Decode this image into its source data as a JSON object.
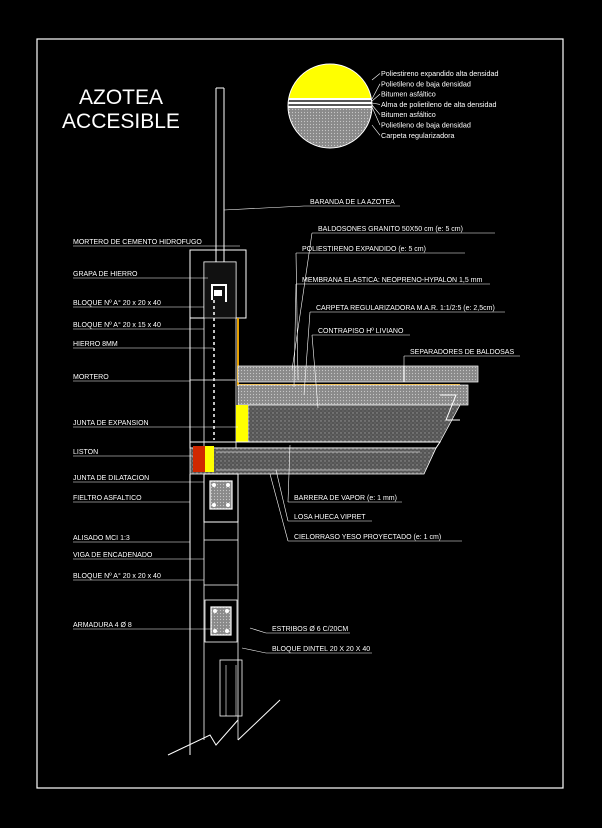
{
  "title": {
    "line1": "AZOTEA",
    "line2": "ACCESIBLE"
  },
  "colors": {
    "background": "#000000",
    "frame": "#ffffff",
    "line": "#ffffff",
    "accent_yellow": "#ffff00",
    "accent_orange": "#e8a100",
    "accent_red": "#d02800",
    "hatch": "#7a7a7a",
    "hatch_light": "#b4b4b4",
    "leader": "#ffffff"
  },
  "legend": [
    "Poliestireno expandido alta densidad",
    "Polietileno de baja densidad",
    "Bitumen asfáltico",
    "Alma de polietileno de alta densidad",
    "Bitumen asfáltico",
    "Polietileno de baja densidad",
    "Carpeta regularizadora"
  ],
  "labels_left": [
    "MORTERO DE CEMENTO HIDROFUGO",
    "GRAPA DE HIERRO",
    "BLOQUE Nº A° 20 x 20 x 40",
    "BLOQUE Nº A° 20 x 15 x 40",
    "HIERRO 8MM",
    "MORTERO",
    "JUNTA DE EXPANSION",
    "LISTON",
    "JUNTA DE DILATACION",
    "FIELTRO ASFALTICO",
    "ALISADO MCI 1:3",
    "VIGA DE ENCADENADO",
    "BLOQUE Nº A° 20 x 20 x 40",
    "ARMADURA 4 Ø 8"
  ],
  "labels_right": [
    "BARANDA DE LA AZOTEA",
    "BALDOSONES GRANITO 50X50 cm (e: 5 cm)",
    "POLIESTIRENO EXPANDIDO (e: 5 cm)",
    "MEMBRANA ELASTICA: NEOPRENO-HYPALON 1,5 mm",
    "CARPETA REGULARIZADORA M.A.R. 1:1/2:5 (e: 2,5cm)",
    "CONTRAPISO Hº LIVIANO",
    "SEPARADORES DE BALDOSAS",
    "BARRERA DE VAPOR (e: 1 mm)",
    "LOSA HUECA VIPRET",
    "CIELORRASO YESO PROYECTADO (e: 1 cm)",
    "ESTRIBOS Ø 6 C/20CM",
    "BLOQUE DINTEL 20 X 20 X 40"
  ]
}
